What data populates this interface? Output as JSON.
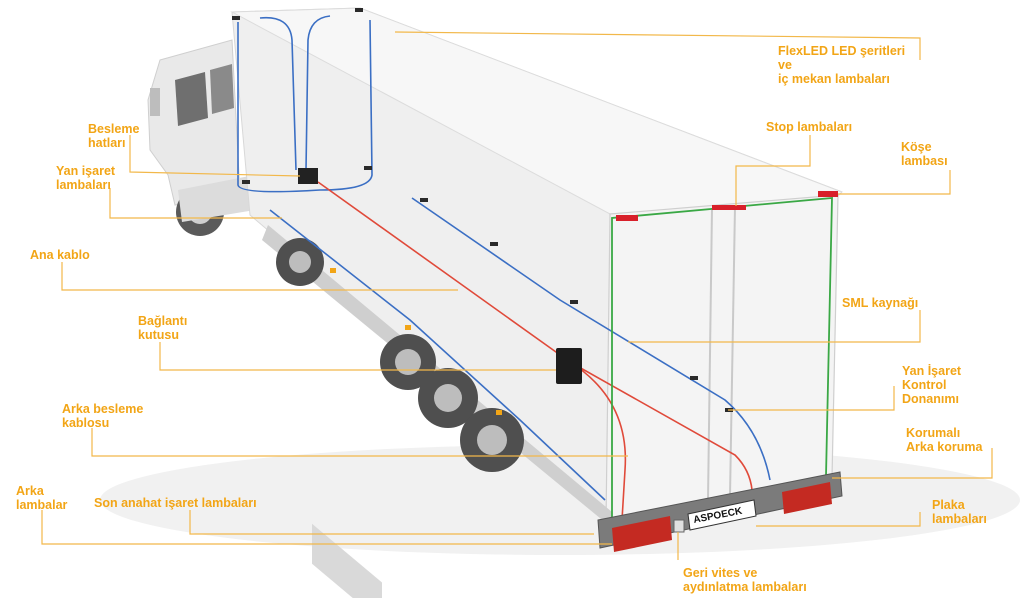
{
  "colors": {
    "label": "#f2a516",
    "leader": "#f2b84a",
    "feed_cable": "#3b6fc4",
    "main_cable": "#e04a3a",
    "sml_cable": "#3aa845",
    "body": "#eeeeee"
  },
  "plate": {
    "text": "ASPOECK"
  },
  "labels": {
    "flexled": {
      "lines": [
        "FlexLED LED şeritleri",
        "ve",
        "iç mekan lambaları"
      ]
    },
    "besleme": {
      "lines": [
        "Besleme",
        "hatları"
      ]
    },
    "yan_isaret": {
      "lines": [
        "Yan işaret",
        "lambaları"
      ]
    },
    "ana_kablo": {
      "lines": [
        "Ana kablo"
      ]
    },
    "baglanti": {
      "lines": [
        "Bağlantı",
        "kutusu"
      ]
    },
    "arka_besleme": {
      "lines": [
        "Arka besleme",
        "kablosu"
      ]
    },
    "arka_lambalar": {
      "lines": [
        "Arka",
        "lambalar"
      ]
    },
    "son_anahat": {
      "lines": [
        "Son anahat işaret lambaları"
      ]
    },
    "geri_vites": {
      "lines": [
        "Geri vites ve",
        "aydınlatma lambaları"
      ]
    },
    "stop": {
      "lines": [
        "Stop lambaları"
      ]
    },
    "kose": {
      "lines": [
        "Köşe",
        "lambası"
      ]
    },
    "sml": {
      "lines": [
        "SML kaynağı"
      ]
    },
    "yan_kontrol": {
      "lines": [
        "Yan İşaret",
        "Kontrol",
        "Donanımı"
      ]
    },
    "korumali": {
      "lines": [
        "Korumalı",
        "Arka koruma"
      ]
    },
    "plaka": {
      "lines": [
        "Plaka",
        "lambaları"
      ]
    }
  }
}
